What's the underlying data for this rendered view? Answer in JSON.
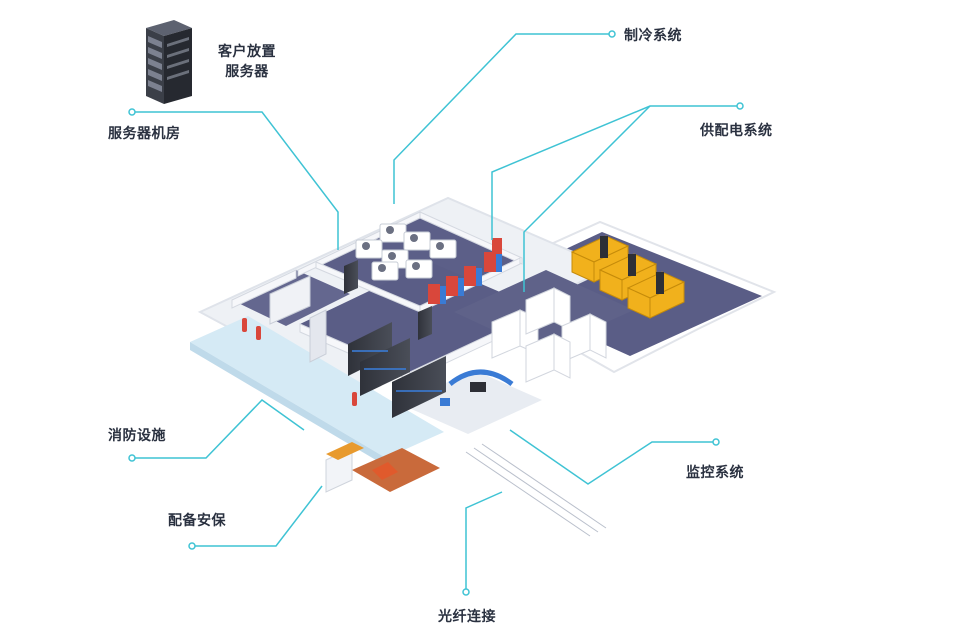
{
  "accent_color": "#3fc3d4",
  "labels": {
    "customer_server_line1": "客户放置",
    "customer_server_line2": "服务器",
    "server_room": "服务器机房",
    "cooling_system": "制冷系统",
    "power_system": "供配电系统",
    "fire_facilities": "消防设施",
    "security": "配备安保",
    "monitoring_system": "监控系统",
    "fiber_connection": "光纤连接"
  },
  "icons": {
    "server_rack": "server-rack-icon",
    "cooling_unit": "air-conditioner-icon",
    "generator": "generator-icon",
    "ups": "ups-cabinet-icon",
    "fire_extinguisher": "fire-extinguisher-icon",
    "guard_booth": "guard-booth-icon",
    "monitor": "monitoring-desk-icon"
  }
}
